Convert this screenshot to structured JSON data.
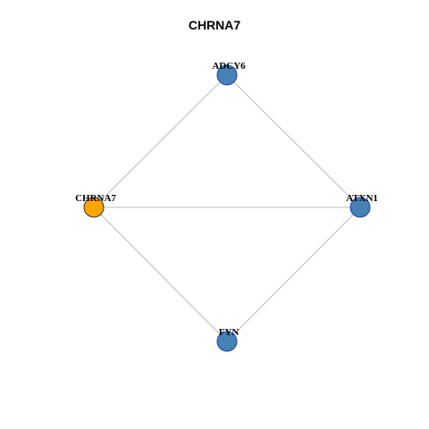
{
  "title": "CHRNA7",
  "colors": {
    "query_node": "#FFA500",
    "neighbor_node": "#4682B4",
    "neighbor_stroke": "#1F3FB8",
    "query_stroke": "#333333",
    "edge": "#AAAAAA"
  },
  "nodes": [
    {
      "id": "ADCY6",
      "label": "ADCY6",
      "role": "neighbor"
    },
    {
      "id": "CHRNA7",
      "label": "CHRNA7",
      "role": "query"
    },
    {
      "id": "ATXN1",
      "label": "ATXN1",
      "role": "neighbor"
    },
    {
      "id": "FYN",
      "label": "FYN",
      "role": "neighbor"
    }
  ],
  "edges": [
    {
      "source": "ADCY6",
      "target": "CHRNA7"
    },
    {
      "source": "ADCY6",
      "target": "ATXN1"
    },
    {
      "source": "CHRNA7",
      "target": "ATXN1"
    },
    {
      "source": "CHRNA7",
      "target": "FYN"
    },
    {
      "source": "FYN",
      "target": "ATXN1"
    }
  ]
}
